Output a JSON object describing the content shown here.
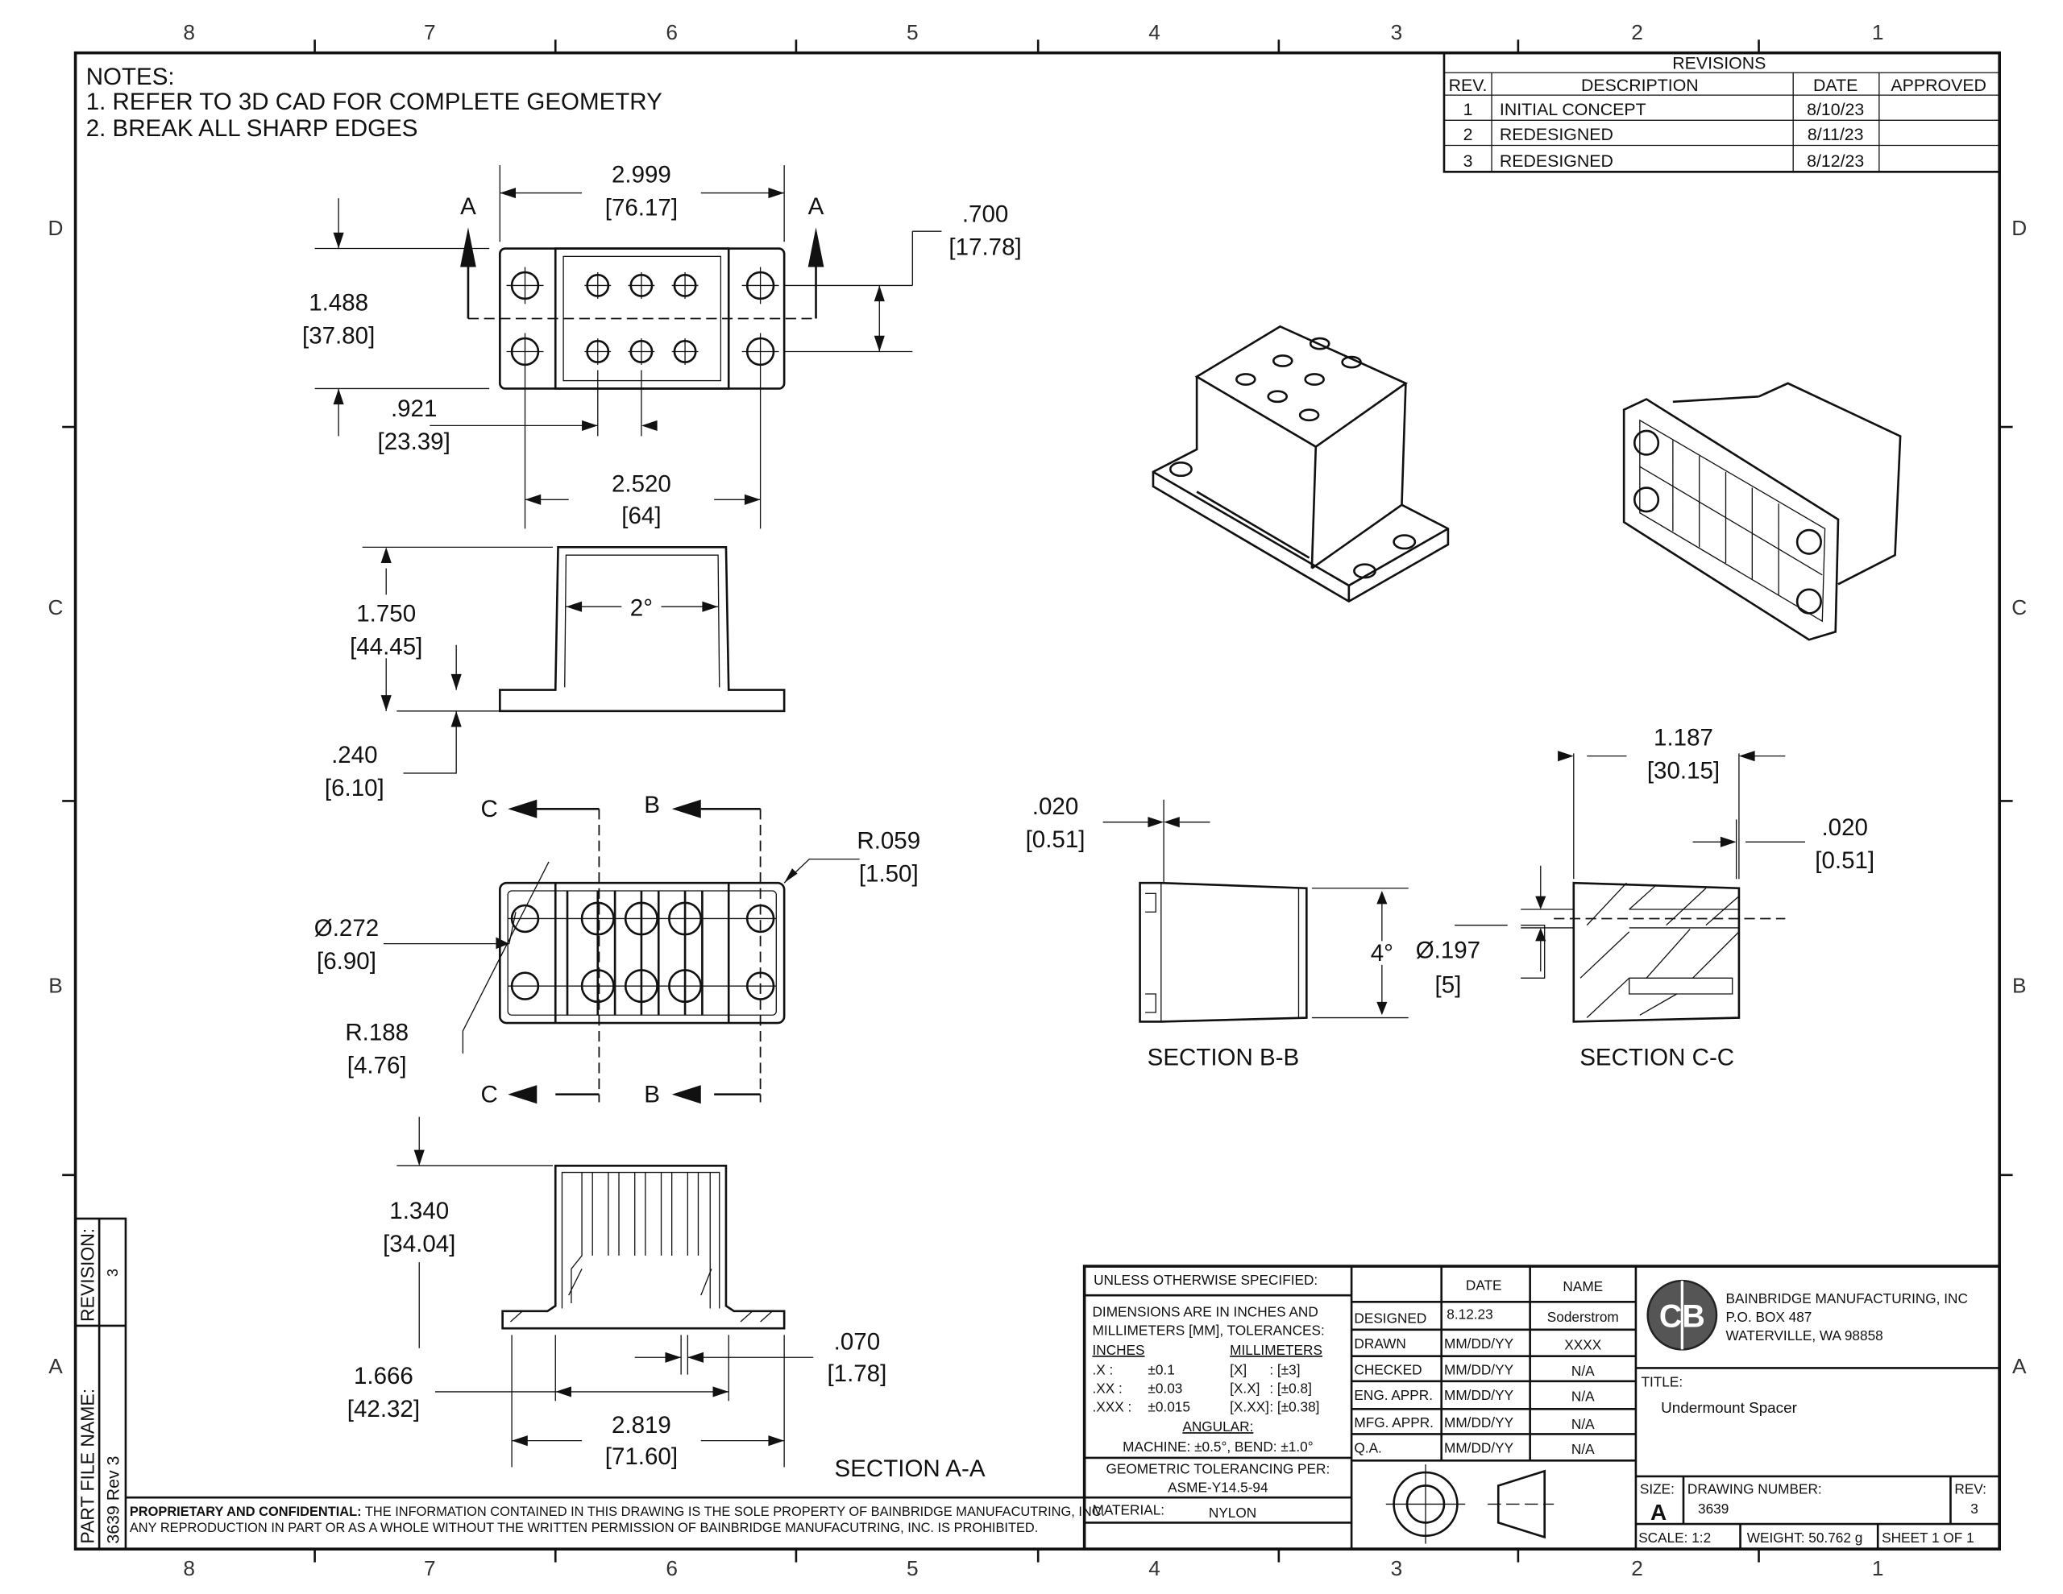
{
  "zones_top": [
    "8",
    "7",
    "6",
    "5",
    "4",
    "3",
    "2",
    "1"
  ],
  "zones_side": [
    "D",
    "C",
    "B",
    "A"
  ],
  "notes": {
    "title": "NOTES:",
    "items": [
      "1.  REFER TO 3D CAD FOR COMPLETE GEOMETRY",
      "2.  BREAK ALL SHARP EDGES"
    ]
  },
  "revisions": {
    "title": "REVISIONS",
    "headers": [
      "REV.",
      "DESCRIPTION",
      "DATE",
      "APPROVED"
    ],
    "rows": [
      {
        "rev": "1",
        "desc": "INITIAL CONCEPT",
        "date": "8/10/23",
        "approved": ""
      },
      {
        "rev": "2",
        "desc": "REDESIGNED",
        "date": "8/11/23",
        "approved": ""
      },
      {
        "rev": "3",
        "desc": "REDESIGNED",
        "date": "8/12/23",
        "approved": ""
      }
    ]
  },
  "dims": [
    "2.999",
    "[76.17]",
    ".700",
    "[17.78]",
    "1.488",
    "[37.80]",
    ".921",
    "[23.39]",
    "2.520",
    "[64]",
    "1.750",
    "[44.45]",
    "2°",
    ".240",
    "[6.10]",
    "R.059",
    "[1.50]",
    "Ø.272",
    "[6.90]",
    "R.188",
    "[4.76]",
    "1.340",
    "[34.04]",
    "1.666",
    "[42.32]",
    ".070",
    "[1.78]",
    "2.819",
    "[71.60]",
    ".020",
    "[0.51]",
    "4°",
    "Ø.197",
    "[5]",
    "1.187",
    "[30.15]",
    ".020",
    "[0.51]"
  ],
  "section_markers": {
    "a": "A",
    "b": "B",
    "c": "C"
  },
  "section_titles": {
    "aa": "SECTION A-A",
    "bb": "SECTION B-B",
    "cc": "SECTION C-C"
  },
  "side_strip": {
    "revision_label": "REVISION:",
    "revision_value": "3",
    "file_label": "PART FILE NAME:",
    "file_value": "3639 Rev 3"
  },
  "proprietary": {
    "bold": "PROPRIETARY AND CONFIDENTIAL:",
    "line1": " THE INFORMATION CONTAINED IN THIS DRAWING IS THE SOLE PROPERTY OF BAINBRIDGE MANUFACUTRING, INC.",
    "line2": "ANY REPRODUCTION IN PART OR AS A WHOLE WITHOUT THE WRITTEN PERMISSION OF BAINBRIDGE MANUFACUTRING, INC. IS PROHIBITED."
  },
  "title_block": {
    "unless": "UNLESS OTHERWISE SPECIFIED:",
    "dims_line1": "DIMENSIONS ARE IN INCHES AND",
    "dims_line2": "MILLIMETERS [MM], TOLERANCES:",
    "inches": "INCHES",
    "millimeters": "MILLIMETERS",
    "tolerances": [
      {
        "in_label": ".X :",
        "in_val": "±0.1",
        "mm_label": "[X]",
        "mm_val": ": [±3]"
      },
      {
        "in_label": ".XX :",
        "in_val": "±0.03",
        "mm_label": "[X.X]",
        "mm_val": ": [±0.8]"
      },
      {
        "in_label": ".XXX :",
        "in_val": "±0.015",
        "mm_label": "[X.XX]",
        "mm_val": ": [±0.38]"
      }
    ],
    "angular": "ANGULAR:",
    "angular_values": "MACHINE: ±0.5°, BEND: ±1.0°",
    "gdt_label": "GEOMETRIC TOLERANCING PER:",
    "gdt_value": "ASME-Y14.5-94",
    "material_label": "MATERIAL:",
    "material_value": "NYLON",
    "approvals_headers": [
      "DATE",
      "NAME"
    ],
    "approvals": [
      {
        "role": "DESIGNED",
        "date": "8.12.23",
        "name": "Soderstrom"
      },
      {
        "role": "DRAWN",
        "date": "MM/DD/YY",
        "name": "XXXX"
      },
      {
        "role": "CHECKED",
        "date": "MM/DD/YY",
        "name": "N/A"
      },
      {
        "role": "ENG. APPR.",
        "date": "MM/DD/YY",
        "name": "N/A"
      },
      {
        "role": "MFG. APPR.",
        "date": "MM/DD/YY",
        "name": "N/A"
      },
      {
        "role": "Q.A.",
        "date": "MM/DD/YY",
        "name": "N/A"
      }
    ],
    "company": {
      "name": "BAINBRIDGE MANUFACTURING, INC",
      "address1": "P.O. BOX 487",
      "address2": "WATERVILLE, WA 98858",
      "logo_text": "CB"
    },
    "title_label": "TITLE:",
    "title_value": "Undermount Spacer",
    "size_label": "SIZE:",
    "size_value": "A",
    "drawing_number_label": "DRAWING NUMBER:",
    "drawing_number": "3639",
    "rev_label": "REV:",
    "rev_value": "3",
    "scale": "SCALE: 1:2",
    "weight": "WEIGHT: 50.762 g",
    "sheet": "SHEET 1 OF 1"
  }
}
